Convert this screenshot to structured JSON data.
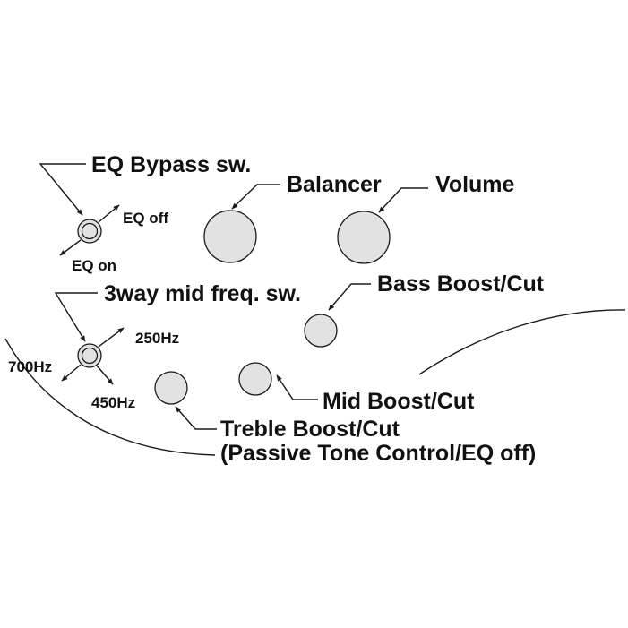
{
  "labels": {
    "eq_bypass": "EQ Bypass sw.",
    "eq_off": "EQ off",
    "eq_on": "EQ on",
    "balancer": "Balancer",
    "volume": "Volume",
    "mid_freq_switch": "3way mid freq. sw.",
    "freq_250": "250Hz",
    "freq_700": "700Hz",
    "freq_450": "450Hz",
    "bass": "Bass Boost/Cut",
    "mid": "Mid Boost/Cut",
    "treble_line1": "Treble Boost/Cut",
    "treble_line2": "(Passive Tone Control/EQ off)"
  },
  "colors": {
    "knob_fill": "#e2e2e2",
    "line": "#1a1a1a",
    "text": "#111111"
  }
}
